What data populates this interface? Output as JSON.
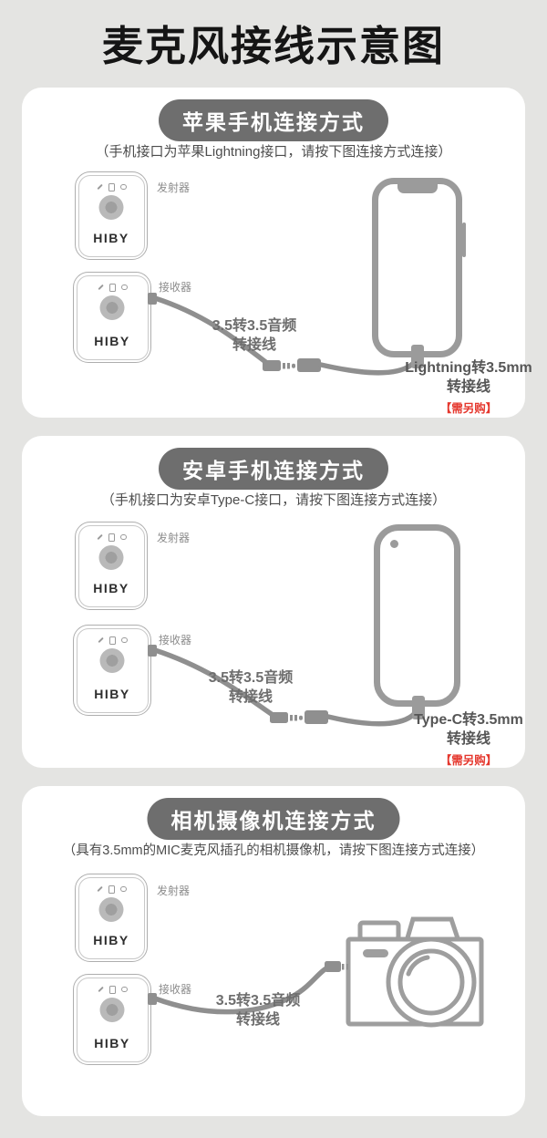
{
  "page": {
    "title": "麦克风接线示意图"
  },
  "colors": {
    "background": "#e4e4e2",
    "card": "#ffffff",
    "pill_bg": "#6e6e6e",
    "pill_text": "#ffffff",
    "red_note": "#e5382e",
    "outline_gray": "#9e9e9e",
    "cable_gray": "#8f8f8f"
  },
  "shared": {
    "brand": "HIBY",
    "transmitter_label": "发射器",
    "receiver_label": "接收器",
    "cable_label_line1": "3.5转3.5音频",
    "cable_label_line2": "转接线"
  },
  "sections": [
    {
      "pill": "苹果手机连接方式",
      "subtitle": "（手机接口为苹果Lightning接口，请按下图连接方式连接）",
      "adapter_line1": "Lightning转3.5mm",
      "adapter_line2": "转接线",
      "purchase_note": "【需另购】"
    },
    {
      "pill": "安卓手机连接方式",
      "subtitle": "（手机接口为安卓Type-C接口，请按下图连接方式连接）",
      "adapter_line1": "Type-C转3.5mm",
      "adapter_line2": "转接线",
      "purchase_note": "【需另购】"
    },
    {
      "pill": "相机摄像机连接方式",
      "subtitle": "（具有3.5mm的MIC麦克风插孔的相机摄像机，请按下图连接方式连接）"
    }
  ]
}
